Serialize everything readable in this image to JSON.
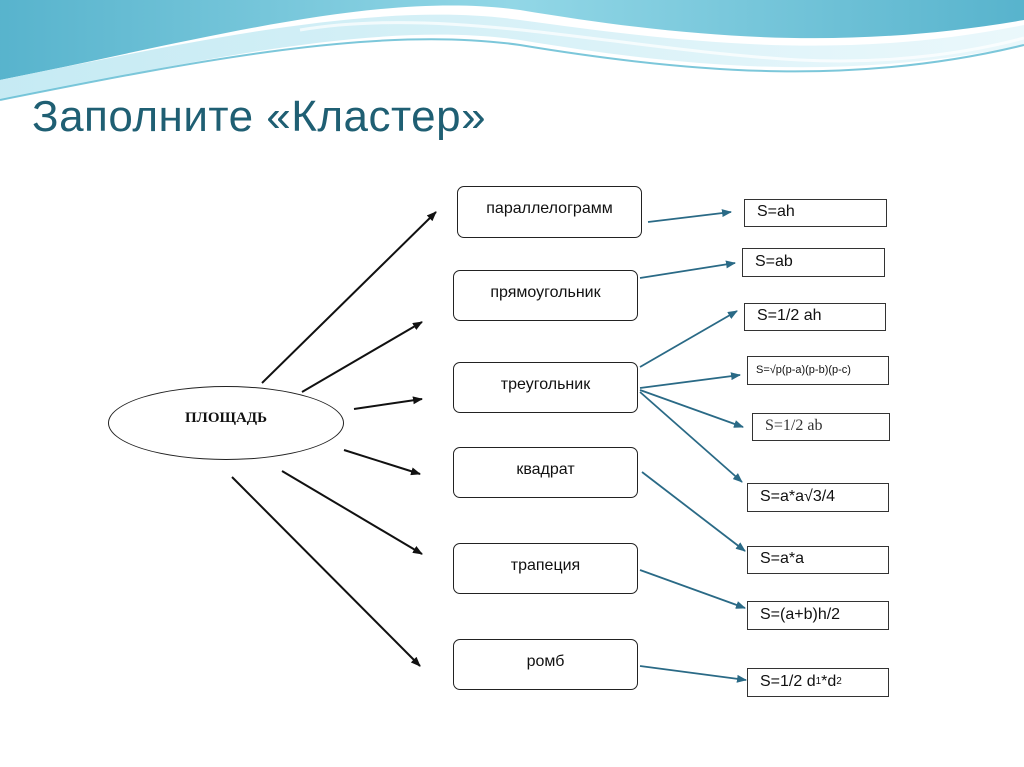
{
  "title": "Заполните «Кластер»",
  "center": "ПЛОЩАДЬ",
  "shapes": [
    "параллелограмм",
    "прямоугольник",
    "треугольник",
    "квадрат",
    "трапеция",
    "ромб"
  ],
  "formulas": {
    "parallelogram": "S=ah",
    "rectangle": "S=ab",
    "triangle_base_height": "S=1/2 ah",
    "triangle_heron": "S=√p(p-a)(p-b)(p-c)",
    "triangle_legs": "S=1/2 ab",
    "triangle_equilateral": "S=a*a√3/4",
    "square": "S=a*a",
    "trapezoid": "S=(a+b)h/2",
    "rhombus_prefix": "S=1/2 d",
    "rhombus_sub1": "1",
    "rhombus_mid": "*d",
    "rhombus_sub2": "2"
  },
  "colors": {
    "title": "#1f5f73",
    "arrow_black": "#111111",
    "arrow_blue": "#2a6a86",
    "wave": "#6fc3d8"
  }
}
